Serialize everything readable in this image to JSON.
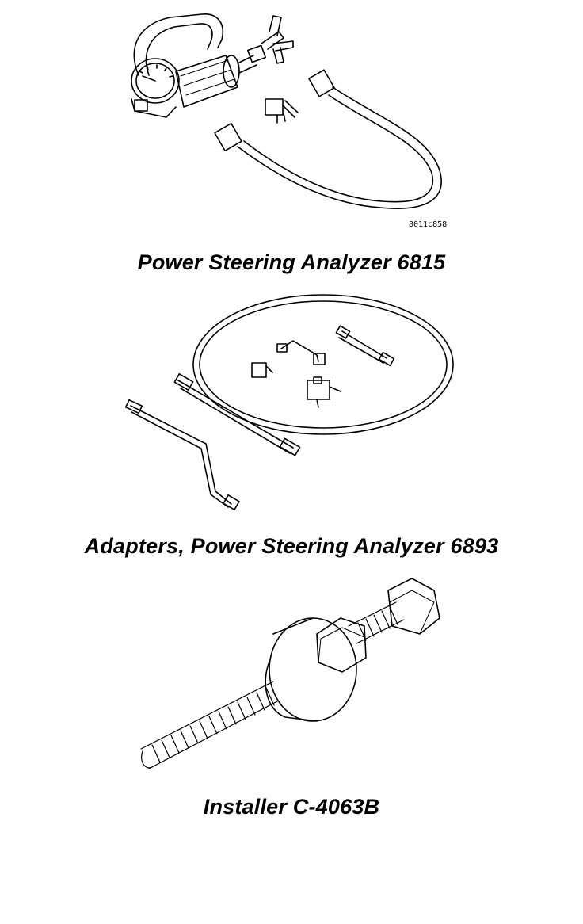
{
  "figures": [
    {
      "caption": "Power Steering Analyzer 6815",
      "code": "8011c858"
    },
    {
      "caption": "Adapters, Power Steering Analyzer 6893"
    },
    {
      "caption": "Installer C-4063B"
    }
  ]
}
